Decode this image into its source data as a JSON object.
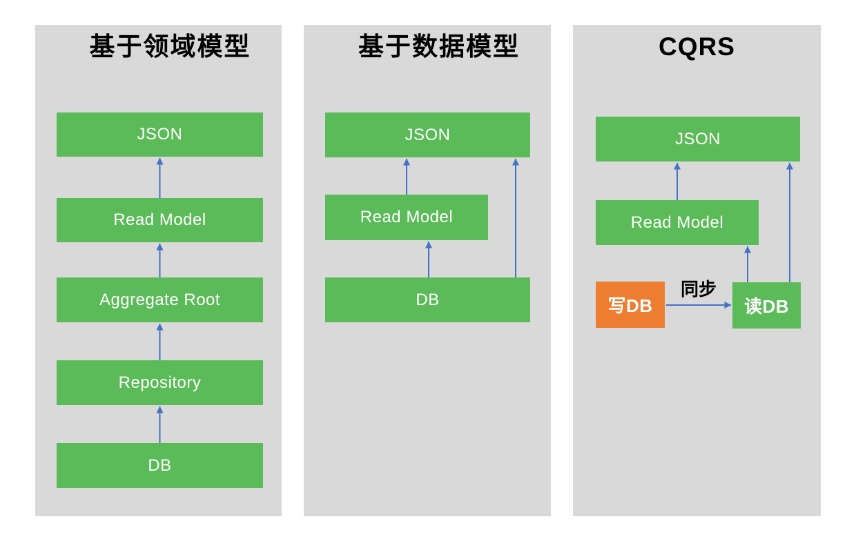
{
  "colors": {
    "page_background": "#FFFFFF",
    "panel_background": "#D9D9D9",
    "box_green": "#5CBB59",
    "box_orange": "#ED7D31",
    "arrow_blue": "#4472C4",
    "box_text": "#FFFFFF",
    "title_text": "#000000"
  },
  "panels": [
    {
      "title": "基于领域模型",
      "boxes": [
        {
          "label": "JSON"
        },
        {
          "label": "Read Model"
        },
        {
          "label": "Aggregate Root"
        },
        {
          "label": "Repository"
        },
        {
          "label": "DB"
        }
      ]
    },
    {
      "title": "基于数据模型",
      "boxes": [
        {
          "label": "JSON"
        },
        {
          "label": "Read Model"
        },
        {
          "label": "DB"
        }
      ]
    },
    {
      "title": "CQRS",
      "boxes": [
        {
          "label": "JSON"
        },
        {
          "label": "Read Model"
        },
        {
          "label": "写DB"
        },
        {
          "label": "读DB"
        }
      ],
      "sync_label": "同步"
    }
  ]
}
